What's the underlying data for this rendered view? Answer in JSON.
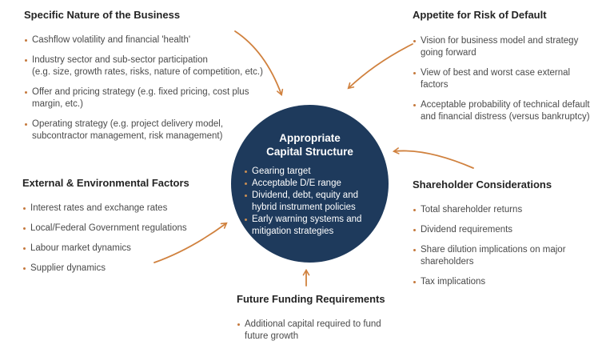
{
  "colors": {
    "background": "#ffffff",
    "circle_fill": "#1e3a5c",
    "arrow": "#d0813e",
    "heading_text": "#242424",
    "body_text": "#4a4a4a",
    "bullet_dot": "#c5793d",
    "circle_text": "#ffffff"
  },
  "center_circle": {
    "title": "Appropriate\nCapital Structure",
    "bullets": [
      "Gearing target",
      "Acceptable D/E range",
      "Dividend, debt, equity and\nhybrid instrument policies",
      "Early warning systems and\nmitigation strategies"
    ]
  },
  "sections": [
    {
      "id": "specific-nature",
      "title": "Specific Nature of the Business",
      "bullets": [
        "Cashflow volatility and financial 'health'",
        "Industry sector and sub-sector participation\n(e.g. size, growth rates, risks, nature of competition, etc.)",
        "Offer and pricing strategy (e.g. fixed pricing, cost plus\nmargin, etc.)",
        "Operating strategy (e.g. project delivery model,\nsubcontractor management, risk management)"
      ]
    },
    {
      "id": "appetite-risk",
      "title": "Appetite for Risk of Default",
      "bullets": [
        "Vision for business model and strategy\ngoing forward",
        "View of best and worst case external\nfactors",
        "Acceptable probability of technical default\nand financial distress (versus bankruptcy)"
      ]
    },
    {
      "id": "external-environmental",
      "title": "External & Environmental Factors",
      "bullets": [
        "Interest rates and exchange rates",
        "Local/Federal Government regulations",
        "Labour market dynamics",
        "Supplier dynamics"
      ]
    },
    {
      "id": "shareholder",
      "title": "Shareholder Considerations",
      "bullets": [
        "Total shareholder returns",
        "Dividend requirements",
        "Share dilution implications on major\nshareholders",
        "Tax implications"
      ]
    },
    {
      "id": "future-funding",
      "title": "Future Funding Requirements",
      "bullets": [
        "Additional capital required to fund\nfuture growth"
      ]
    }
  ]
}
